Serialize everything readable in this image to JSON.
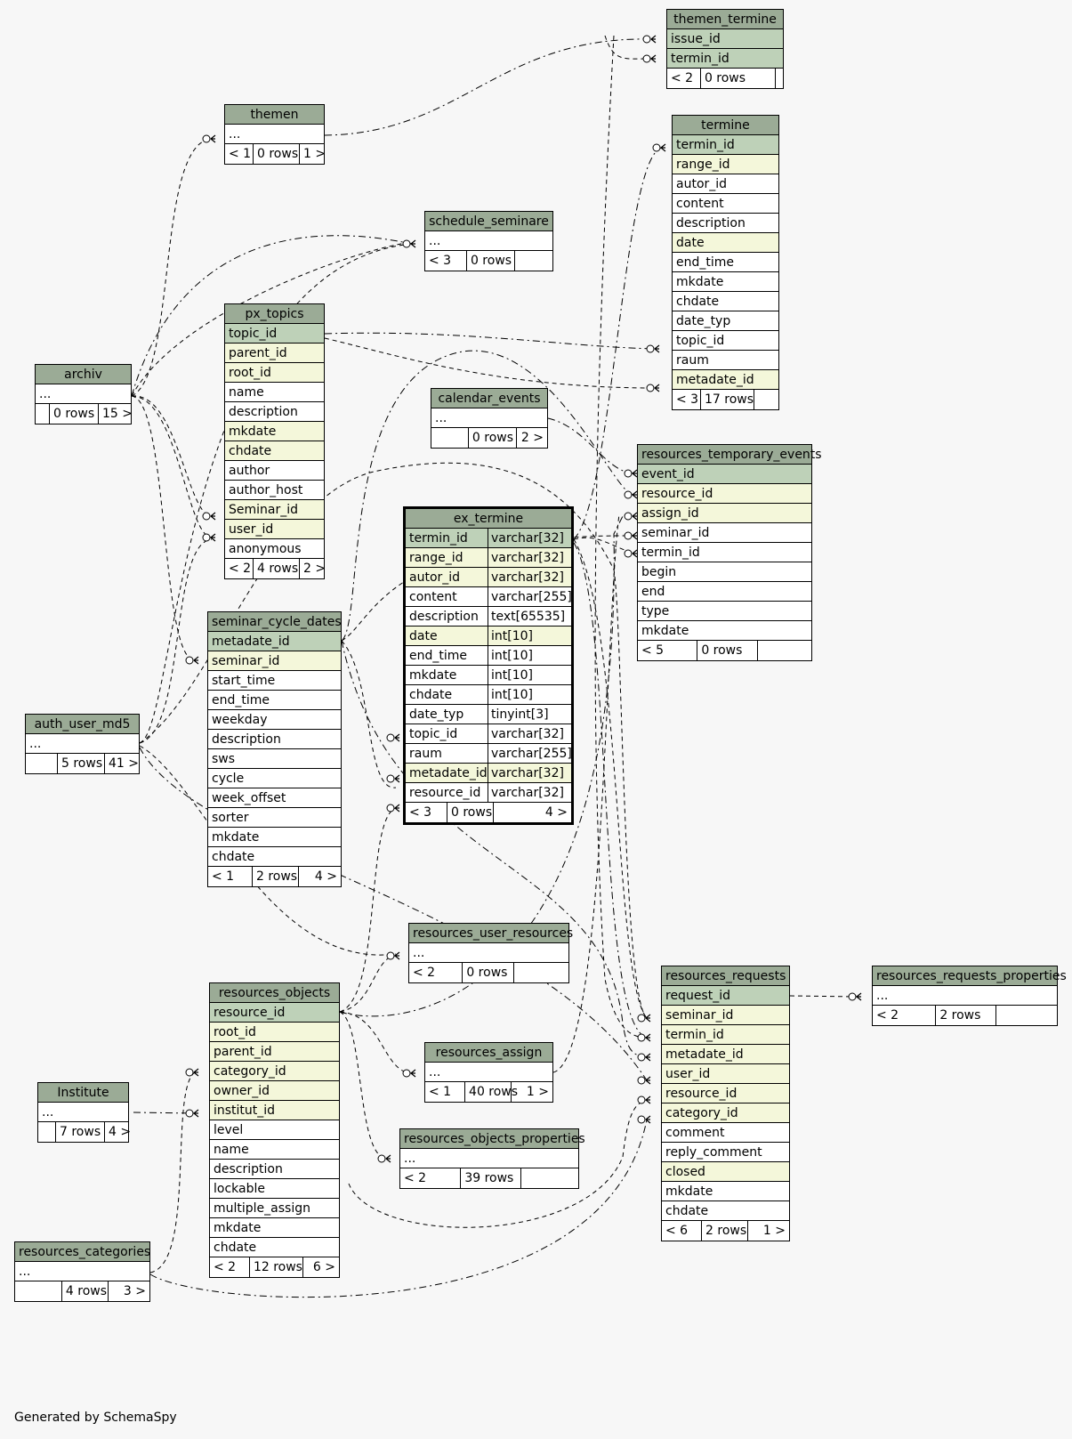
{
  "caption": "Generated by SchemaSpy",
  "tables": [
    {
      "id": "themen_termine",
      "title": "themen_termine",
      "rows": [
        {
          "n": "issue_id",
          "k": "pk"
        },
        {
          "n": "termin_id",
          "k": "pk"
        }
      ],
      "footer": [
        "< 2",
        "0 rows",
        ""
      ]
    },
    {
      "id": "themen",
      "title": "themen",
      "rows": [
        {
          "n": "...",
          "k": "plain"
        }
      ],
      "footer": [
        "< 1",
        "0 rows",
        "1 >"
      ]
    },
    {
      "id": "termine",
      "title": "termine",
      "rows": [
        {
          "n": "termin_id",
          "k": "pk"
        },
        {
          "n": "range_id",
          "k": "fk"
        },
        {
          "n": "autor_id",
          "k": "plain"
        },
        {
          "n": "content",
          "k": "plain"
        },
        {
          "n": "description",
          "k": "plain"
        },
        {
          "n": "date",
          "k": "fk"
        },
        {
          "n": "end_time",
          "k": "plain"
        },
        {
          "n": "mkdate",
          "k": "plain"
        },
        {
          "n": "chdate",
          "k": "plain"
        },
        {
          "n": "date_typ",
          "k": "plain"
        },
        {
          "n": "topic_id",
          "k": "plain"
        },
        {
          "n": "raum",
          "k": "plain"
        },
        {
          "n": "metadate_id",
          "k": "fk"
        }
      ],
      "footer": [
        "< 3",
        "17 rows",
        ""
      ]
    },
    {
      "id": "schedule_seminare",
      "title": "schedule_seminare",
      "rows": [
        {
          "n": "...",
          "k": "plain"
        }
      ],
      "footer": [
        "< 3",
        "0 rows",
        ""
      ]
    },
    {
      "id": "px_topics",
      "title": "px_topics",
      "rows": [
        {
          "n": "topic_id",
          "k": "pk"
        },
        {
          "n": "parent_id",
          "k": "fk"
        },
        {
          "n": "root_id",
          "k": "fk"
        },
        {
          "n": "name",
          "k": "plain"
        },
        {
          "n": "description",
          "k": "plain"
        },
        {
          "n": "mkdate",
          "k": "fk"
        },
        {
          "n": "chdate",
          "k": "fk"
        },
        {
          "n": "author",
          "k": "plain"
        },
        {
          "n": "author_host",
          "k": "plain"
        },
        {
          "n": "Seminar_id",
          "k": "fk"
        },
        {
          "n": "user_id",
          "k": "fk"
        },
        {
          "n": "anonymous",
          "k": "plain"
        }
      ],
      "footer": [
        "< 2",
        "4 rows",
        "2 >"
      ]
    },
    {
      "id": "archiv",
      "title": "archiv",
      "rows": [
        {
          "n": "...",
          "k": "plain"
        }
      ],
      "footer": [
        "",
        "0 rows",
        "15 >"
      ]
    },
    {
      "id": "calendar_events",
      "title": "calendar_events",
      "rows": [
        {
          "n": "...",
          "k": "plain"
        }
      ],
      "footer": [
        "",
        "0 rows",
        "2 >"
      ]
    },
    {
      "id": "resources_temporary_events",
      "title": "resources_temporary_events",
      "rows": [
        {
          "n": "event_id",
          "k": "pk"
        },
        {
          "n": "resource_id",
          "k": "fk"
        },
        {
          "n": "assign_id",
          "k": "fk"
        },
        {
          "n": "seminar_id",
          "k": "plain"
        },
        {
          "n": "termin_id",
          "k": "plain"
        },
        {
          "n": "begin",
          "k": "plain"
        },
        {
          "n": "end",
          "k": "plain"
        },
        {
          "n": "type",
          "k": "plain"
        },
        {
          "n": "mkdate",
          "k": "plain"
        }
      ],
      "footer": [
        "< 5",
        "0 rows",
        ""
      ]
    },
    {
      "id": "ex_termine",
      "title": "ex_termine",
      "rows": [
        {
          "n": "termin_id",
          "t": "varchar[32]",
          "k": "pk"
        },
        {
          "n": "range_id",
          "t": "varchar[32]",
          "k": "fk"
        },
        {
          "n": "autor_id",
          "t": "varchar[32]",
          "k": "fk"
        },
        {
          "n": "content",
          "t": "varchar[255]",
          "k": "plain"
        },
        {
          "n": "description",
          "t": "text[65535]",
          "k": "plain"
        },
        {
          "n": "date",
          "t": "int[10]",
          "k": "fk"
        },
        {
          "n": "end_time",
          "t": "int[10]",
          "k": "plain"
        },
        {
          "n": "mkdate",
          "t": "int[10]",
          "k": "plain"
        },
        {
          "n": "chdate",
          "t": "int[10]",
          "k": "plain"
        },
        {
          "n": "date_typ",
          "t": "tinyint[3]",
          "k": "plain"
        },
        {
          "n": "topic_id",
          "t": "varchar[32]",
          "k": "plain"
        },
        {
          "n": "raum",
          "t": "varchar[255]",
          "k": "plain"
        },
        {
          "n": "metadate_id",
          "t": "varchar[32]",
          "k": "fk"
        },
        {
          "n": "resource_id",
          "t": "varchar[32]",
          "k": "plain"
        }
      ],
      "footer": [
        "< 3",
        "0 rows",
        "4 >"
      ]
    },
    {
      "id": "seminar_cycle_dates",
      "title": "seminar_cycle_dates",
      "rows": [
        {
          "n": "metadate_id",
          "k": "pk"
        },
        {
          "n": "seminar_id",
          "k": "fk"
        },
        {
          "n": "start_time",
          "k": "plain"
        },
        {
          "n": "end_time",
          "k": "plain"
        },
        {
          "n": "weekday",
          "k": "plain"
        },
        {
          "n": "description",
          "k": "plain"
        },
        {
          "n": "sws",
          "k": "plain"
        },
        {
          "n": "cycle",
          "k": "plain"
        },
        {
          "n": "week_offset",
          "k": "plain"
        },
        {
          "n": "sorter",
          "k": "plain"
        },
        {
          "n": "mkdate",
          "k": "plain"
        },
        {
          "n": "chdate",
          "k": "plain"
        }
      ],
      "footer": [
        "< 1",
        "2 rows",
        "4 >"
      ]
    },
    {
      "id": "auth_user_md5",
      "title": "auth_user_md5",
      "rows": [
        {
          "n": "...",
          "k": "plain"
        }
      ],
      "footer": [
        "",
        "5 rows",
        "41 >"
      ]
    },
    {
      "id": "resources_user_resources",
      "title": "resources_user_resources",
      "rows": [
        {
          "n": "...",
          "k": "plain"
        }
      ],
      "footer": [
        "< 2",
        "0 rows",
        ""
      ]
    },
    {
      "id": "resources_objects",
      "title": "resources_objects",
      "rows": [
        {
          "n": "resource_id",
          "k": "pk"
        },
        {
          "n": "root_id",
          "k": "fk"
        },
        {
          "n": "parent_id",
          "k": "fk"
        },
        {
          "n": "category_id",
          "k": "fk"
        },
        {
          "n": "owner_id",
          "k": "fk"
        },
        {
          "n": "institut_id",
          "k": "fk"
        },
        {
          "n": "level",
          "k": "plain"
        },
        {
          "n": "name",
          "k": "plain"
        },
        {
          "n": "description",
          "k": "plain"
        },
        {
          "n": "lockable",
          "k": "plain"
        },
        {
          "n": "multiple_assign",
          "k": "plain"
        },
        {
          "n": "mkdate",
          "k": "plain"
        },
        {
          "n": "chdate",
          "k": "plain"
        }
      ],
      "footer": [
        "< 2",
        "12 rows",
        "6 >"
      ]
    },
    {
      "id": "resources_requests",
      "title": "resources_requests",
      "rows": [
        {
          "n": "request_id",
          "k": "pk"
        },
        {
          "n": "seminar_id",
          "k": "fk"
        },
        {
          "n": "termin_id",
          "k": "fk"
        },
        {
          "n": "metadate_id",
          "k": "fk"
        },
        {
          "n": "user_id",
          "k": "fk"
        },
        {
          "n": "resource_id",
          "k": "fk"
        },
        {
          "n": "category_id",
          "k": "fk"
        },
        {
          "n": "comment",
          "k": "plain"
        },
        {
          "n": "reply_comment",
          "k": "plain"
        },
        {
          "n": "closed",
          "k": "fk"
        },
        {
          "n": "mkdate",
          "k": "plain"
        },
        {
          "n": "chdate",
          "k": "plain"
        }
      ],
      "footer": [
        "< 6",
        "2 rows",
        "1 >"
      ]
    },
    {
      "id": "resources_requests_properties",
      "title": "resources_requests_properties",
      "rows": [
        {
          "n": "...",
          "k": "plain"
        }
      ],
      "footer": [
        "< 2",
        "2 rows",
        ""
      ]
    },
    {
      "id": "resources_assign",
      "title": "resources_assign",
      "rows": [
        {
          "n": "...",
          "k": "plain"
        }
      ],
      "footer": [
        "< 1",
        "40 rows",
        "1 >"
      ]
    },
    {
      "id": "Institute",
      "title": "Institute",
      "rows": [
        {
          "n": "...",
          "k": "plain"
        }
      ],
      "footer": [
        "",
        "7 rows",
        "4 >"
      ]
    },
    {
      "id": "resources_objects_properties",
      "title": "resources_objects_properties",
      "rows": [
        {
          "n": "...",
          "k": "plain"
        }
      ],
      "footer": [
        "< 2",
        "39 rows",
        ""
      ]
    },
    {
      "id": "resources_categories",
      "title": "resources_categories",
      "rows": [
        {
          "n": "...",
          "k": "plain"
        }
      ],
      "footer": [
        "",
        "4 rows",
        "3 >"
      ]
    }
  ]
}
